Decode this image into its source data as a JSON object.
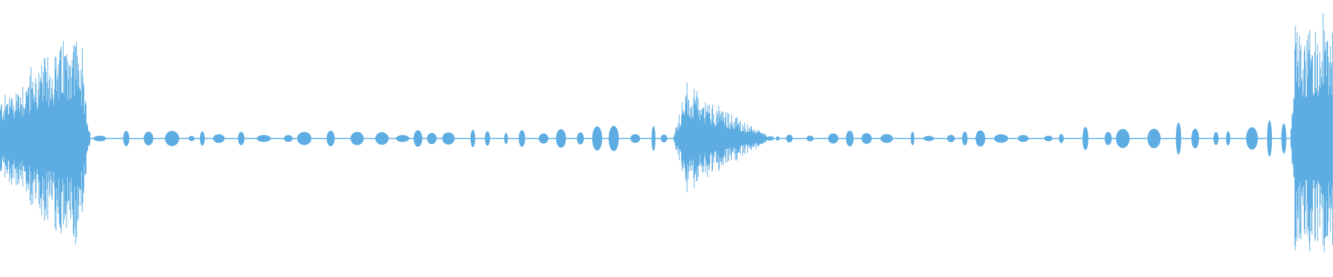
{
  "waveform": {
    "color": "#5dade2",
    "background": "#ffffff",
    "segments": [
      {
        "kind": "noise-burst",
        "start": 0.0,
        "end": 0.068,
        "peak": 0.86,
        "envelope": "ramp-up-sharp-drop"
      },
      {
        "kind": "speech-blips",
        "start": 0.068,
        "end": 0.295,
        "level": 0.05
      },
      {
        "kind": "speech-blips",
        "start": 0.295,
        "end": 0.505,
        "level": 0.08
      },
      {
        "kind": "noise-burst",
        "start": 0.505,
        "end": 0.58,
        "peak": 0.4,
        "envelope": "sharp-rise-slow-decay"
      },
      {
        "kind": "speech-blips",
        "start": 0.58,
        "end": 0.81,
        "level": 0.05
      },
      {
        "kind": "speech-blips",
        "start": 0.81,
        "end": 0.968,
        "level": 0.12
      },
      {
        "kind": "noise-burst",
        "start": 0.968,
        "end": 1.0,
        "peak": 0.86,
        "envelope": "sharp-rise-hold"
      }
    ]
  }
}
